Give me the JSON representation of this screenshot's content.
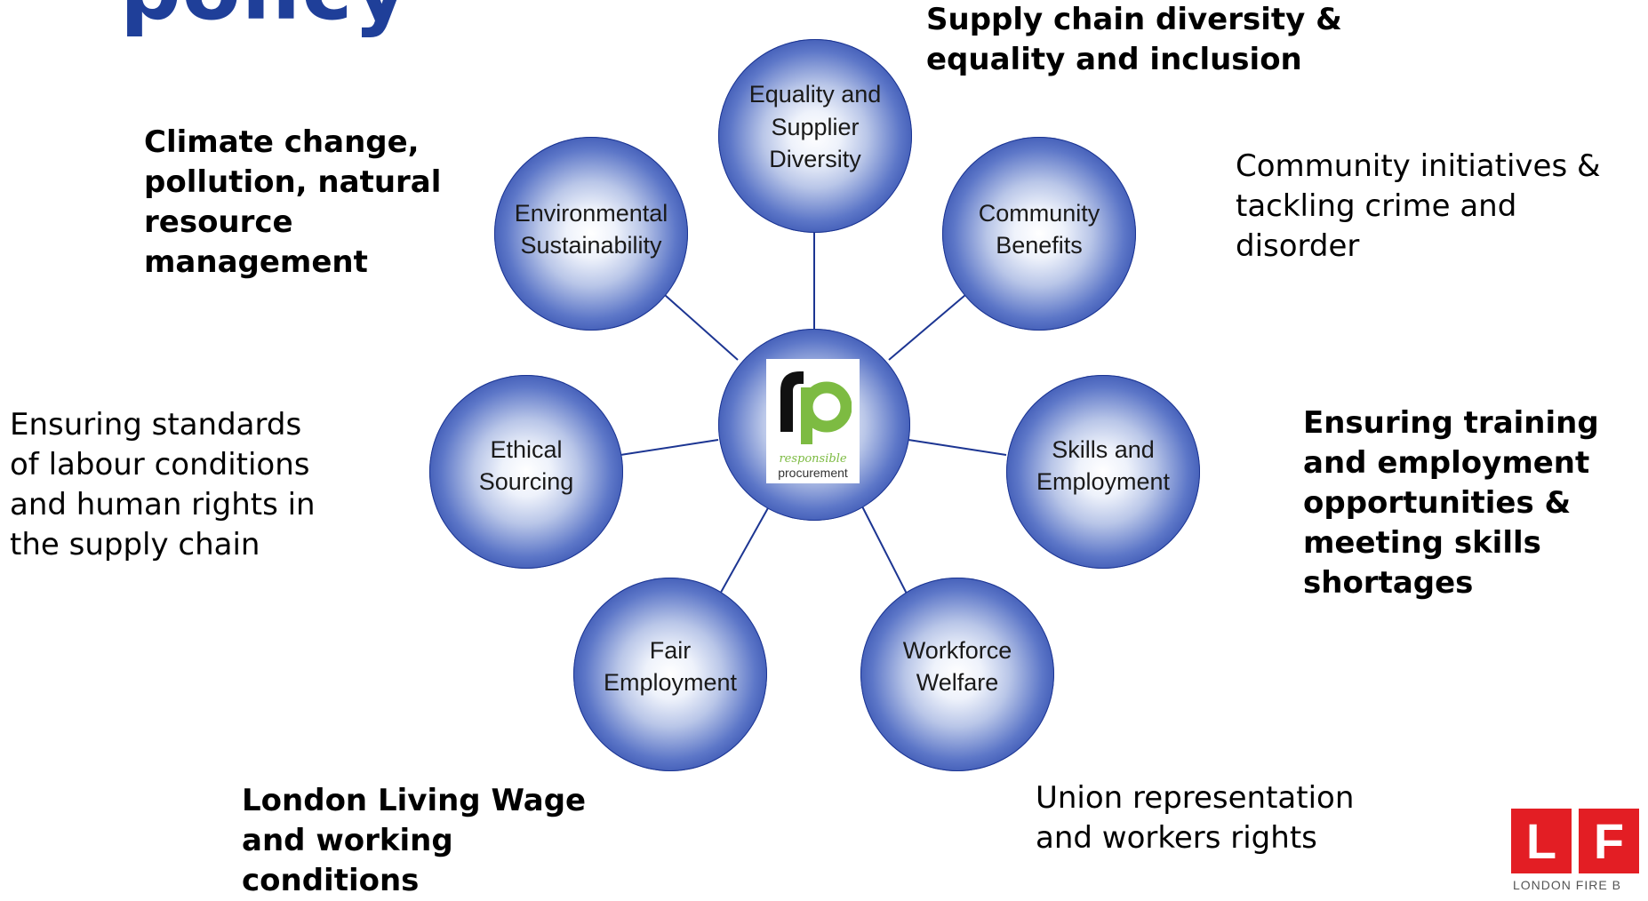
{
  "heading": "policy",
  "center": {
    "tagline": "responsible",
    "name": "procurement",
    "monogram": "rp"
  },
  "nodes": [
    {
      "id": "equality",
      "label": "Equality and\nSupplier\nDiversity"
    },
    {
      "id": "community",
      "label": "Community\nBenefits"
    },
    {
      "id": "skills",
      "label": "Skills and\nEmployment"
    },
    {
      "id": "welfare",
      "label": "Workforce\nWelfare"
    },
    {
      "id": "fair",
      "label": "Fair\nEmployment"
    },
    {
      "id": "ethical",
      "label": "Ethical\nSourcing"
    },
    {
      "id": "environmental",
      "label": "Environmental\nSustainability"
    }
  ],
  "notes": {
    "equality": "Supply chain diversity &\nequality and inclusion",
    "community": "Community initiatives &\ntackling crime and\ndisorder",
    "skills": "Ensuring training\nand employment\nopportunities &\nmeeting skills\nshortages",
    "welfare": "Union representation\nand workers rights",
    "fair": "London Living Wage\nand working\nconditions",
    "ethical": "Ensuring standards\nof labour conditions\nand human rights in\nthe supply chain",
    "environmental": "Climate change,\npollution, natural\nresource\nmanagement"
  },
  "logo": {
    "letter1": "L",
    "letter2": "F",
    "org": "LONDON FIRE B"
  },
  "colors": {
    "heading": "#1f3f99",
    "node_dark": "#1c3592",
    "connector": "#1c3592",
    "brand_green": "#7dbb42",
    "lfb_red": "#e31e24"
  }
}
